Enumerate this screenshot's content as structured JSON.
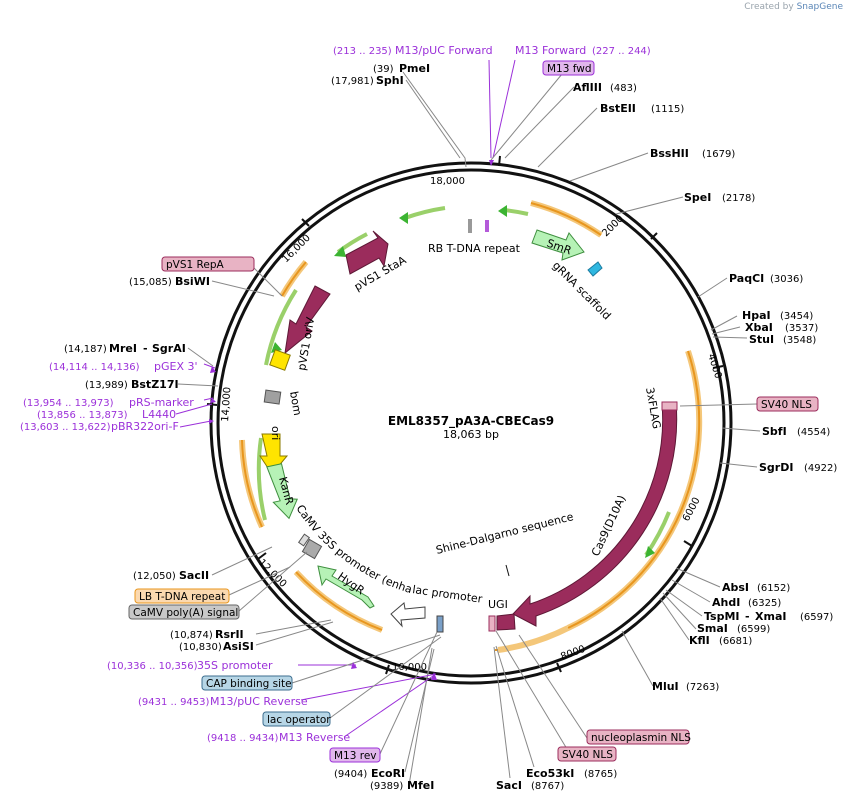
{
  "watermark": {
    "prefix": "Created by",
    "brand": "SnapGene"
  },
  "plasmid": {
    "name": "EML8357_pA3A-CBECas9",
    "length": "18,063 bp"
  },
  "ticks": [
    "2000",
    "4000",
    "6000",
    "8000",
    "10,000",
    "12,000",
    "14,000",
    "16,000",
    "18,000"
  ],
  "enzymes": [
    {
      "name": "PmeI",
      "pos": "(39)"
    },
    {
      "name": "SphI",
      "pos": "(17,981)"
    },
    {
      "name": "AflIII",
      "pos": "(483)"
    },
    {
      "name": "BstEII",
      "pos": "(1115)"
    },
    {
      "name": "BssHII",
      "pos": "(1679)"
    },
    {
      "name": "SpeI",
      "pos": "(2178)"
    },
    {
      "name": "PaqCI",
      "pos": "(3036)"
    },
    {
      "name": "HpaI",
      "pos": "(3454)"
    },
    {
      "name": "XbaI",
      "pos": "(3537)"
    },
    {
      "name": "StuI",
      "pos": "(3548)"
    },
    {
      "name": "SbfI",
      "pos": "(4554)"
    },
    {
      "name": "SgrDI",
      "pos": "(4922)"
    },
    {
      "name": "AbsI",
      "pos": "(6152)"
    },
    {
      "name": "AhdI",
      "pos": "(6325)"
    },
    {
      "name": "TspMI",
      "pos": "(6597)"
    },
    {
      "name": "XmaI",
      "pos": "(6597)"
    },
    {
      "name": "SmaI",
      "pos": "(6599)"
    },
    {
      "name": "KflI",
      "pos": "(6681)"
    },
    {
      "name": "MluI",
      "pos": "(7263)"
    },
    {
      "name": "Eco53kI",
      "pos": "(8765)"
    },
    {
      "name": "SacI",
      "pos": "(8767)"
    },
    {
      "name": "EcoRI",
      "pos": "(9404)"
    },
    {
      "name": "MfeI",
      "pos": "(9389)"
    },
    {
      "name": "AsiSI",
      "pos": "(10,830)"
    },
    {
      "name": "RsrII",
      "pos": "(10,874)"
    },
    {
      "name": "SacII",
      "pos": "(12,050)"
    },
    {
      "name": "BstZ17I",
      "pos": "(13,989)"
    },
    {
      "name": "MreI",
      "pos": "(14,187)"
    },
    {
      "name": "SgrAI",
      "pos": "(14,187)"
    },
    {
      "name": "BsiWI",
      "pos": "(15,085)"
    }
  ],
  "primers": [
    {
      "name": "M13/pUC Forward",
      "pos": "(213 .. 235)"
    },
    {
      "name": "M13 Forward",
      "pos": "(227 .. 244)"
    },
    {
      "name": "pGEX 3'",
      "pos": "(14,114 .. 14,136)"
    },
    {
      "name": "pRS-marker",
      "pos": "(13,954 .. 13,973)"
    },
    {
      "name": "L4440",
      "pos": "(13,856 .. 13,873)"
    },
    {
      "name": "pBR322ori-F",
      "pos": "(13,603 .. 13,622)"
    },
    {
      "name": "35S promoter",
      "pos": "(10,336 .. 10,356)"
    },
    {
      "name": "M13/pUC Reverse",
      "pos": "(9431 .. 9453)"
    },
    {
      "name": "M13 Reverse",
      "pos": "(9418 .. 9434)"
    }
  ],
  "boxed_labels": [
    {
      "name": "M13 fwd",
      "color": "#e1b7ec"
    },
    {
      "name": "pVS1 RepA",
      "color": "#e8b3c4"
    },
    {
      "name": "SV40 NLS",
      "color": "#e8b3c4"
    },
    {
      "name": "LB T-DNA repeat",
      "color": "#fbd9b0"
    },
    {
      "name": "CaMV poly(A) signal",
      "color": "#c8c8c8"
    },
    {
      "name": "CAP binding site",
      "color": "#b7d6e6"
    },
    {
      "name": "lac operator",
      "color": "#b7d6e6"
    },
    {
      "name": "M13 rev",
      "color": "#e1b7ec"
    },
    {
      "name": "nucleoplasmin NLS",
      "color": "#e8b3c4"
    },
    {
      "name": "SV40 NLS",
      "color": "#e8b3c4"
    }
  ],
  "features": {
    "rb": "RB T-DNA repeat",
    "smr": "SmR",
    "grna": "gRNA scaffold",
    "staa": "pVS1 StaA",
    "oriv": "pVS1 oriV",
    "bom": "bom",
    "ori": "ori",
    "kanr": "KanR",
    "camv": "CaMV 35S promoter (enhanced)",
    "hygr": "HygR",
    "lac": "lac promoter",
    "shine": "Shine-Dalgarno sequence",
    "ugi": "UGI",
    "cas9": "Cas9(D10A)",
    "flag": "3xFLAG"
  },
  "colors": {
    "backbone": "#111111",
    "cds": "#9b2c5c",
    "marker": "#b6f2b6",
    "ori_yellow": "#ffe400",
    "replicon": "#f0a830",
    "primer": "#9b30d9"
  }
}
